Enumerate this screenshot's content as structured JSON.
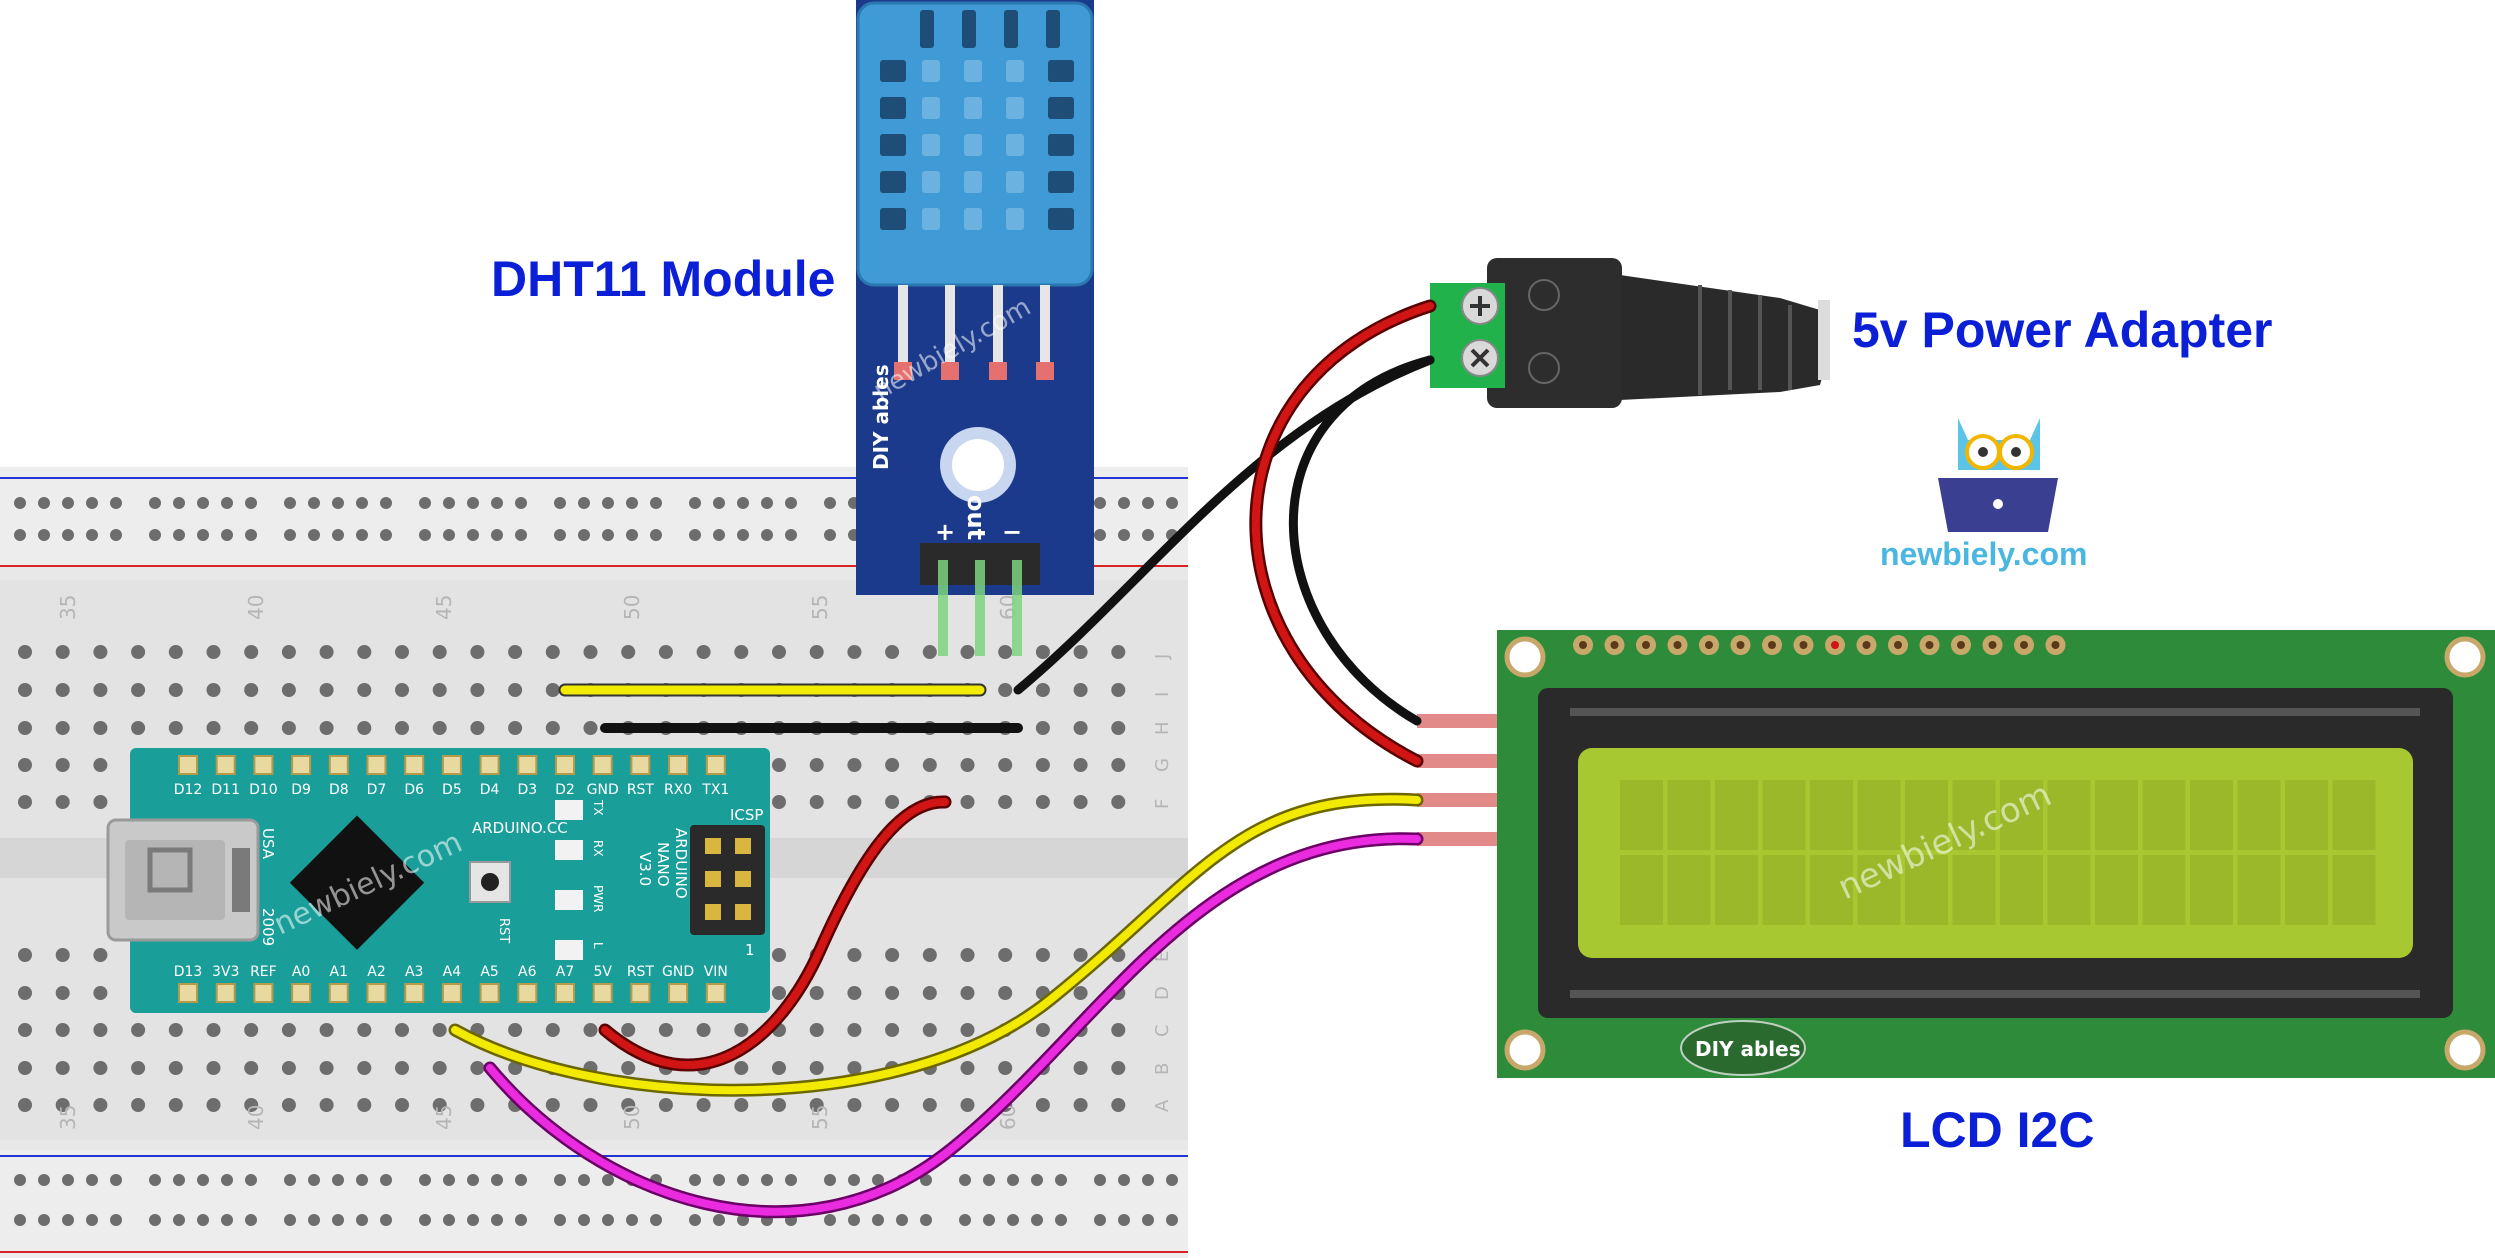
{
  "labels": {
    "dht11": "DHT11 Module",
    "adapter": "5v Power Adapter",
    "lcd": "LCD I2C",
    "brand": "newbiely.com"
  },
  "watermark": "newbiely.com",
  "breadboard": {
    "column_numbers": [
      "35",
      "40",
      "45",
      "50",
      "55",
      "60"
    ],
    "row_letters_top": [
      "J",
      "I",
      "H",
      "G",
      "F"
    ],
    "row_letters_bottom": [
      "E",
      "D",
      "C",
      "B",
      "A"
    ]
  },
  "nano": {
    "top_pins": [
      "D12",
      "D11",
      "D10",
      "D9",
      "D8",
      "D7",
      "D6",
      "D5",
      "D4",
      "D3",
      "D2",
      "GND",
      "RST",
      "RX0",
      "TX1"
    ],
    "bottom_pins": [
      "D13",
      "3V3",
      "REF",
      "A0",
      "A1",
      "A2",
      "A3",
      "A4",
      "A5",
      "A6",
      "A7",
      "5V",
      "RST",
      "GND",
      "VIN"
    ],
    "label_main": "ARDUINO.CC",
    "label_model": [
      "ARDUINO",
      "NANO",
      "V3.0"
    ],
    "label_usa": "USA",
    "label_year": "2009",
    "label_rst": "RST",
    "label_icsp": "ICSP",
    "label_one": "1",
    "leds": [
      "TX",
      "RX",
      "PWR",
      "L"
    ]
  },
  "dht_module": {
    "pins": [
      "+",
      "out",
      "−"
    ],
    "logo": "DIY ables"
  },
  "lcd_module": {
    "logo": "DIY ables"
  },
  "colors": {
    "label_blue": "#0a1fd6",
    "nano_board": "#1a9e9a",
    "dht_board": "#1b3a8c",
    "dht_sensor": "#3f9ad6",
    "lcd_board": "#2e8b3a",
    "lcd_screen": "#a8c831",
    "wire_red": "#d11414",
    "wire_black": "#111111",
    "wire_yellow": "#f2ea00",
    "wire_magenta": "#ea2be0"
  }
}
